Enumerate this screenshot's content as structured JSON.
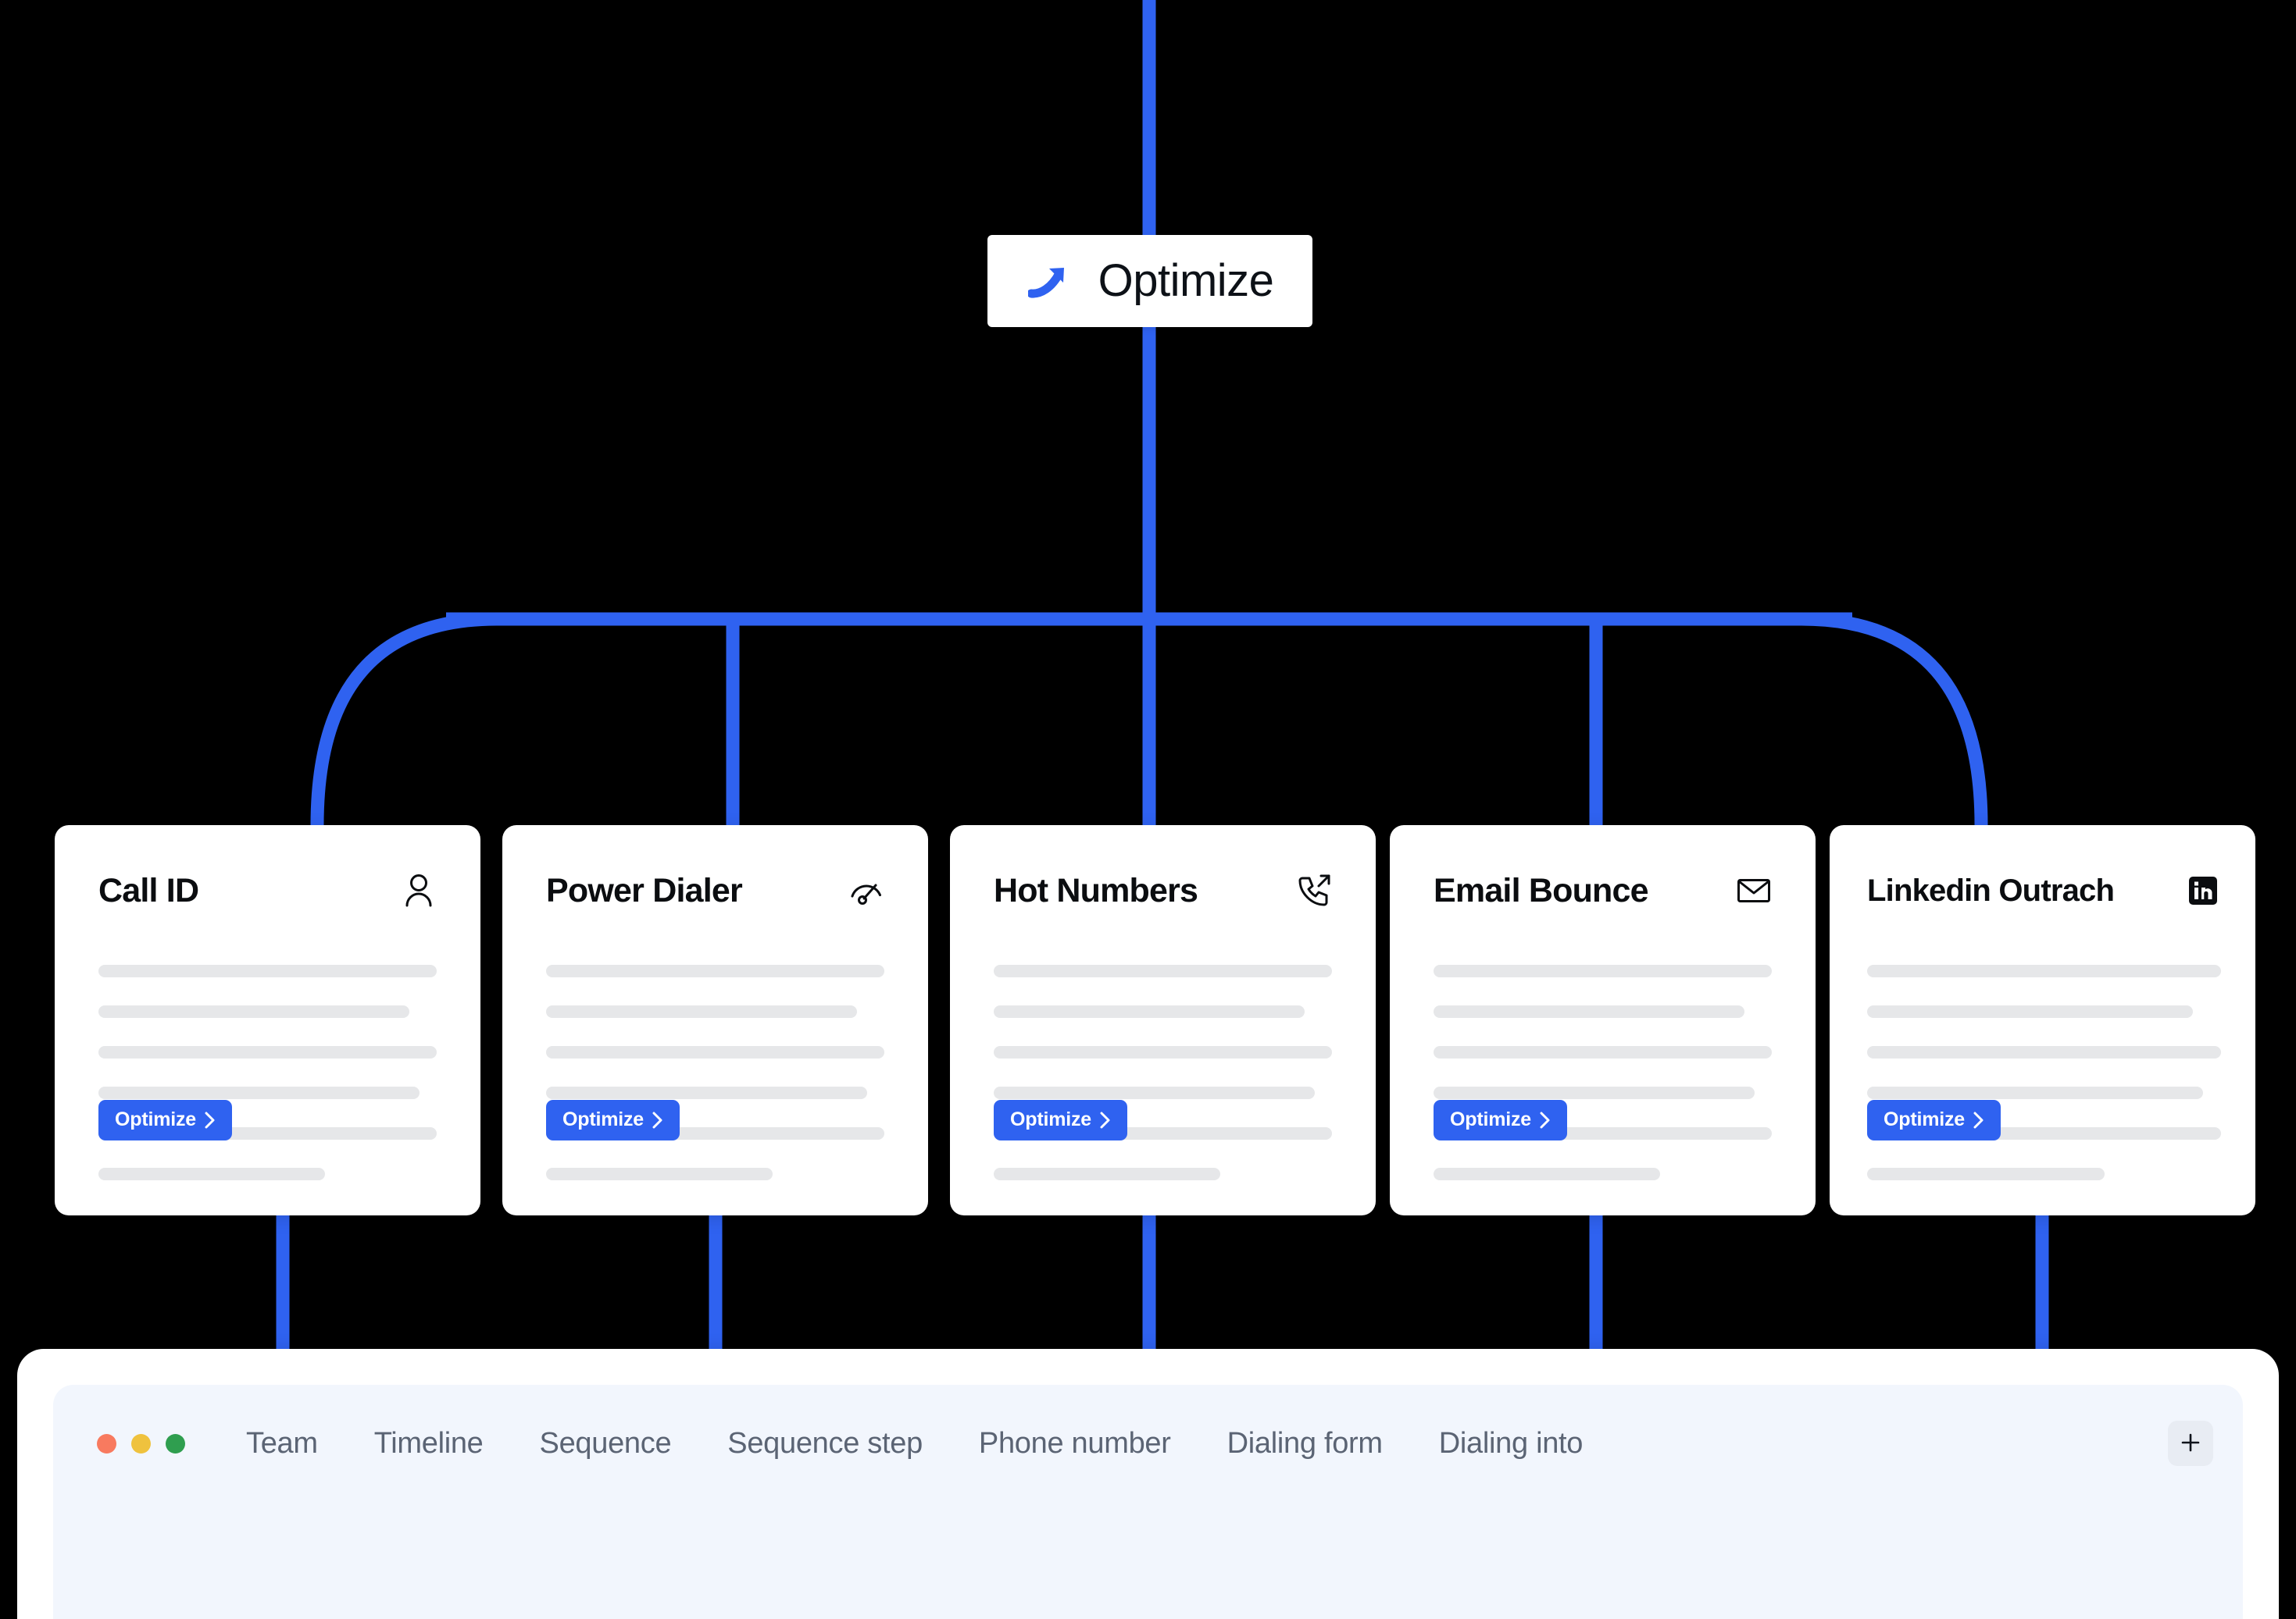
{
  "root": {
    "label": "Optimize",
    "icon": "upward-curved-arrow-icon",
    "accent_color": "#2f62f0"
  },
  "cards": [
    {
      "title": "Call ID",
      "icon": "user-icon",
      "button_label": "Optimize",
      "skeleton_widths": [
        100,
        92,
        100,
        95,
        100,
        67
      ]
    },
    {
      "title": "Power Dialer",
      "icon": "gauge-icon",
      "button_label": "Optimize",
      "skeleton_widths": [
        100,
        92,
        100,
        95,
        100,
        67
      ]
    },
    {
      "title": "Hot Numbers",
      "icon": "phone-outgoing-icon",
      "button_label": "Optimize",
      "skeleton_widths": [
        100,
        92,
        100,
        95,
        100,
        67
      ]
    },
    {
      "title": "Email Bounce",
      "icon": "envelope-icon",
      "button_label": "Optimize",
      "skeleton_widths": [
        100,
        92,
        100,
        95,
        100,
        67
      ]
    },
    {
      "title": "Linkedin Outrach",
      "icon": "linkedin-icon",
      "button_label": "Optimize",
      "skeleton_widths": [
        100,
        92,
        100,
        95,
        100,
        67
      ]
    }
  ],
  "bottom_panel": {
    "window_controls": [
      "close",
      "minimize",
      "maximize"
    ],
    "tabs": [
      "Team",
      "Timeline",
      "Sequence",
      "Sequence step",
      "Phone number",
      "Dialing form",
      "Dialing into"
    ],
    "add_tab_label": "+",
    "panel_background": "#f2f6fd"
  },
  "theme": {
    "background": "#000000",
    "accent": "#2f62f0",
    "card_background": "#ffffff",
    "skeleton": "#e6e7e9",
    "tab_text": "#5b6474"
  }
}
